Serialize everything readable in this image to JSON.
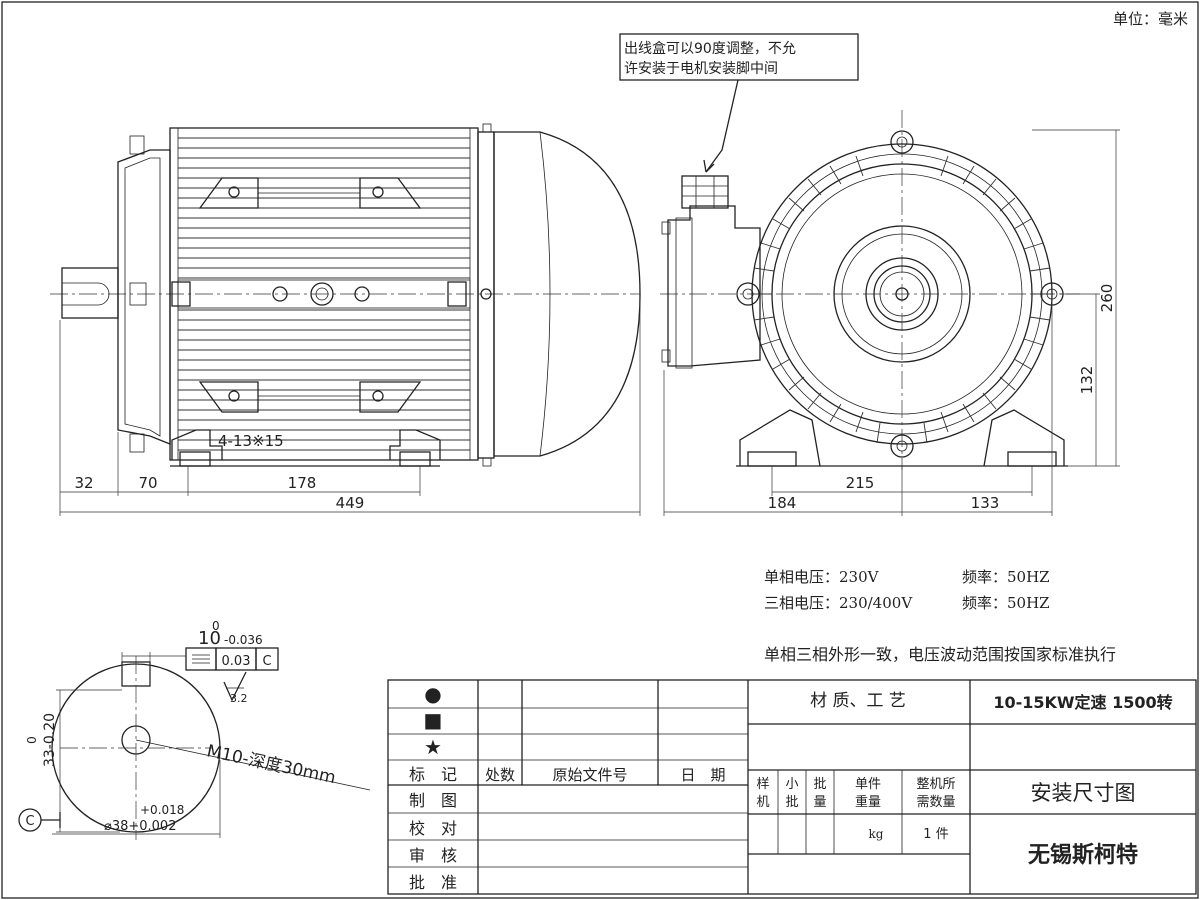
{
  "unit_label": "单位：毫米",
  "note_box": {
    "line1": "出线盒可以90度调整，不允",
    "line2": "许安装于电机安装脚中间"
  },
  "side_view": {
    "hole_callout": "4-13※15",
    "dims": {
      "d32": "32",
      "d70": "70",
      "d178": "178",
      "d449": "449"
    }
  },
  "front_view": {
    "dims": {
      "d184": "184",
      "d215": "215",
      "d133": "133",
      "d260": "260",
      "d132": "132"
    }
  },
  "specs": {
    "single_voltage": "单相电压：230V",
    "single_freq": "频率：50HZ",
    "three_voltage": "三相电压：230/400V",
    "three_freq": "频率：50HZ",
    "note": "单相三相外形一致，电压波动范围按国家标准执行"
  },
  "shaft": {
    "key_width": "10",
    "key_upper": "0",
    "key_lower": "-0.036",
    "tolerance_value": "0.03",
    "datum": "C",
    "roughness": "3.2",
    "height_upper": "0",
    "height_dim": "33-0.20",
    "thread": "M10-深度30mm",
    "dia_upper": "+0.018",
    "dia": "⌀38+0.002",
    "datum_circle": "C"
  },
  "title_block": {
    "symbols": {
      "s1": "●",
      "s2": "■",
      "s3": "★"
    },
    "headers": {
      "mark": "标　记",
      "count": "处数",
      "file": "原始文件号",
      "date": "日　期"
    },
    "rows": {
      "draw": "制　图",
      "check": "校　对",
      "review": "审　核",
      "approve": "批　准"
    },
    "material": "材 质、工 艺",
    "model": "10-15KW定速 1500转",
    "cols": {
      "sample": [
        "样",
        "机"
      ],
      "small": [
        "小",
        "批"
      ],
      "batch": [
        "批",
        "量"
      ],
      "unit_weight": [
        "单件",
        "重量"
      ],
      "machine_qty": [
        "整机所",
        "需数量"
      ]
    },
    "kg": "kg",
    "qty": "1 件",
    "drawing_name": "安装尺寸图",
    "company": "无锡斯柯特"
  }
}
